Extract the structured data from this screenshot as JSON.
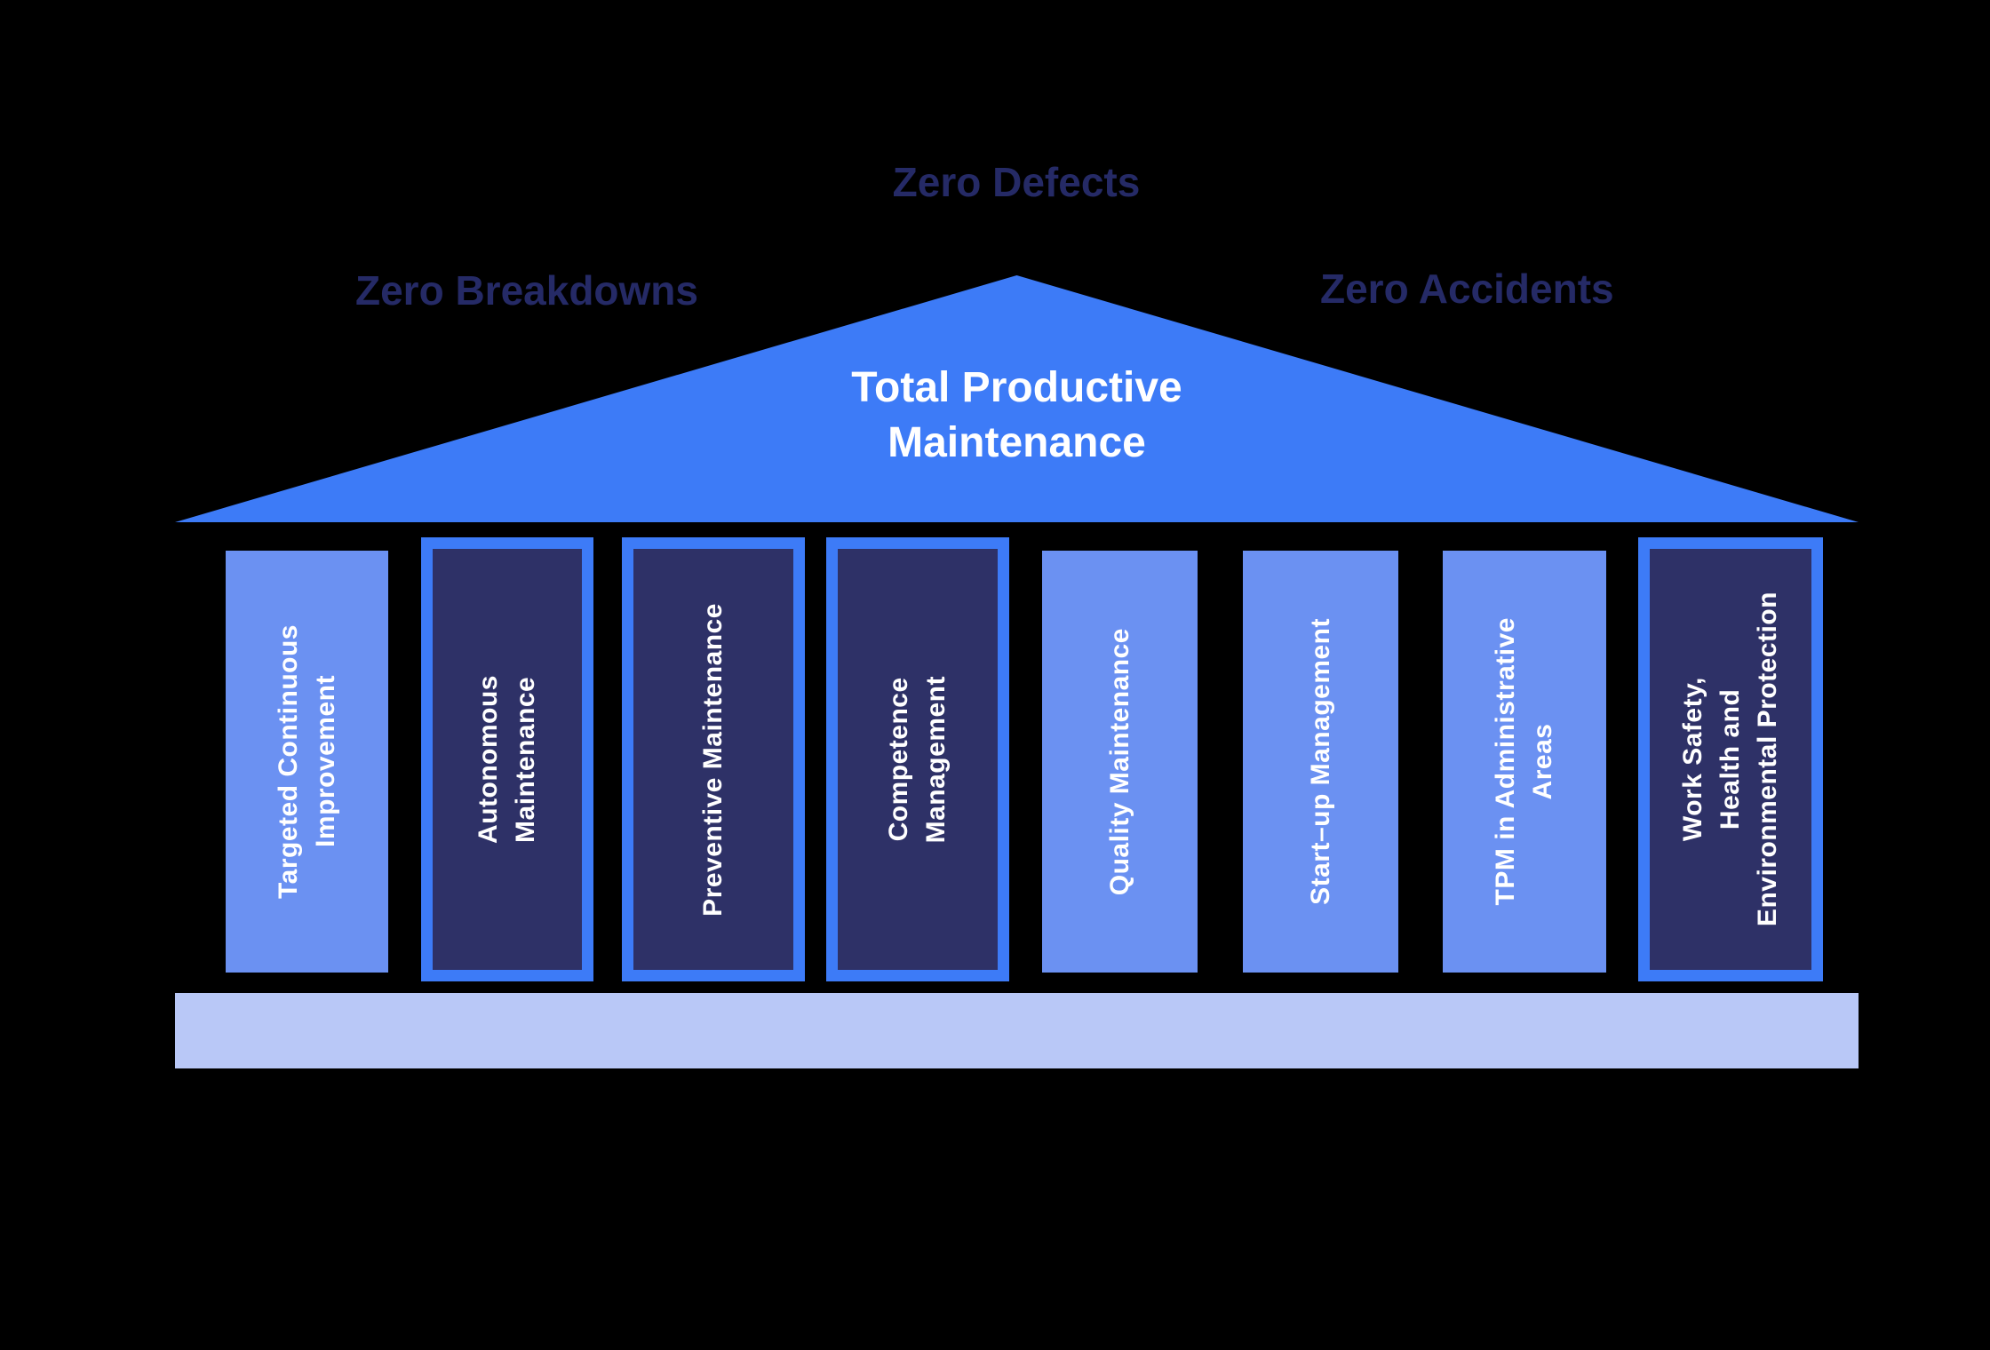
{
  "goals": {
    "top_label": "Zero Defects",
    "left_label": "Zero Breakdowns",
    "right_label": "Zero Accidents"
  },
  "roof": {
    "title": "Total Productive\nMaintenance"
  },
  "pillars": [
    {
      "label": "Targeted Continuous\nImprovement",
      "variant": "light"
    },
    {
      "label": "Autonomous\nMaintenance",
      "variant": "dark-bordered"
    },
    {
      "label": "Preventive Maintenance",
      "variant": "dark-bordered"
    },
    {
      "label": "Competence\nManagement",
      "variant": "dark-bordered"
    },
    {
      "label": "Quality Maintenance",
      "variant": "light"
    },
    {
      "label": "Start–up Management",
      "variant": "light"
    },
    {
      "label": "TPM in Administrative\nAreas",
      "variant": "light"
    },
    {
      "label": "Work Safety,\nHealth and\nEnvironmental Protection",
      "variant": "dark-bordered"
    }
  ],
  "colors": {
    "background": "#000000",
    "roof_blue": "#3d7bf7",
    "pillar_light_blue": "#6b91f2",
    "pillar_dark_navy": "#2e3167",
    "pillar_border_blue": "#3d7bf7",
    "foundation_periwinkle": "#b9c8f7",
    "goal_text_navy": "#252a66",
    "pillar_text_white": "#ffffff"
  }
}
